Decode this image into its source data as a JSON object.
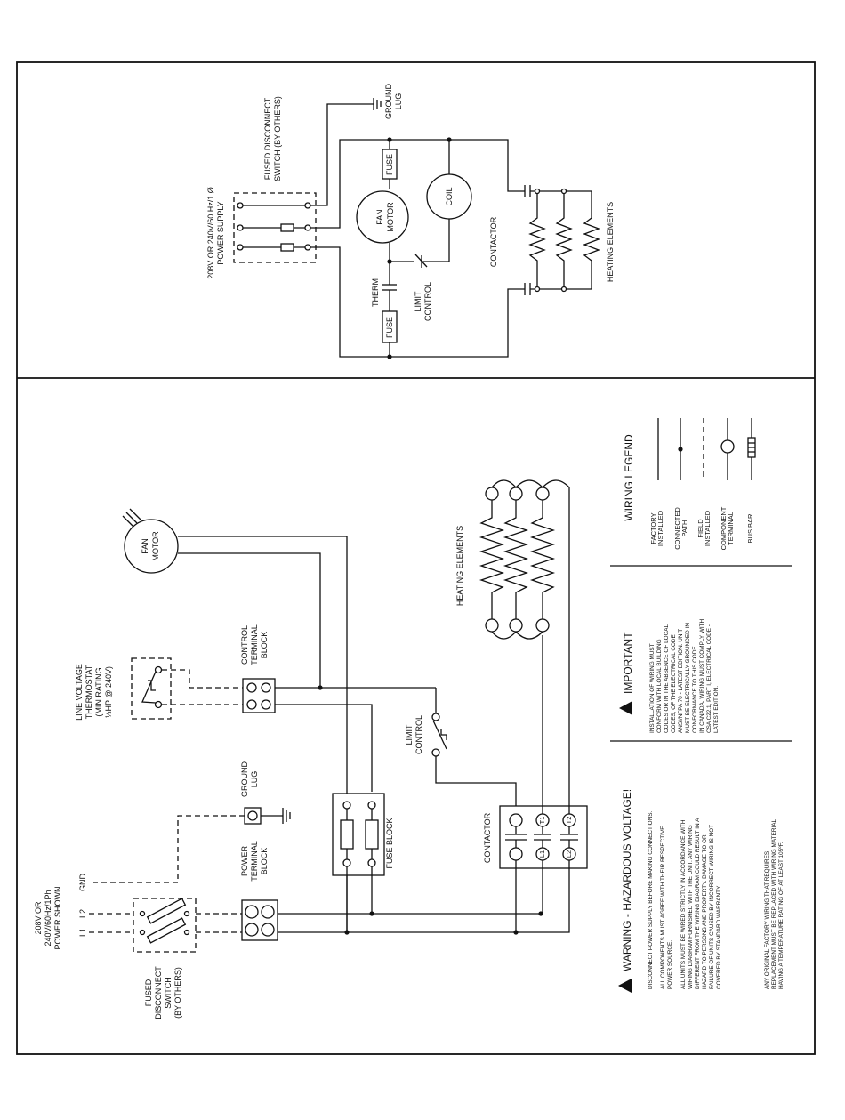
{
  "upper": {
    "power_supply": [
      "208V OR 240V/60 Hz/1  Ø",
      "POWER SUPPLY"
    ],
    "fused_switch": [
      "FUSED DISCONNECT",
      "SWITCH (BY OTHERS)"
    ],
    "ground": [
      "GROUND",
      "LUG"
    ],
    "fuse_top": "FUSE",
    "fuse_bottom": "FUSE",
    "fan_motor": [
      "FAN",
      "MOTOR"
    ],
    "coil": "COIL",
    "therm": "THERM",
    "limit_control": [
      "LIMIT",
      "CONTROL"
    ],
    "contactor": "CONTACTOR",
    "heating_elements": "HEATING ELEMENTS"
  },
  "lower": {
    "fan_motor": [
      "FAN",
      "MOTOR"
    ],
    "thermostat": [
      "LINE VOLTAGE",
      "THERMOSTAT",
      "(MIN RATING",
      "⅓HP @ 240V)"
    ],
    "control_block": [
      "CONTROL",
      "TERMINAL",
      "BLOCK"
    ],
    "ground_lug": [
      "GROUND",
      "LUG"
    ],
    "power_block": [
      "POWER",
      "TERMINAL",
      "BLOCK"
    ],
    "fuse_block": "FUSE BLOCK",
    "limit_control": [
      "LIMIT",
      "CONTROL"
    ],
    "contactor": "CONTACTOR",
    "heating_elements": "HEATING ELEMENTS",
    "power_shown": [
      "208V OR",
      "240V/60Hz/1Ph",
      "POWER SHOWN"
    ],
    "line_labels": [
      "L1",
      "L2",
      "GND"
    ],
    "fused_switch": [
      "FUSED",
      "DISCONNECT",
      "SWITCH",
      "(BY OTHERS)"
    ],
    "contactor_terminals": [
      "T1",
      "T2",
      "L1",
      "L2"
    ]
  },
  "warning": {
    "title": "WARNING - HAZARDOUS VOLTAGE!",
    "p1": [
      "DISCONNECT POWER SUPPLY BEFORE MAKING CONNECTIONS."
    ],
    "p2": [
      "ALL COMPONENTS MUST AGREE WITH THEIR RESPECTIVE",
      "POWER SOURCE."
    ],
    "p3": [
      "ALL UNITS MUST BE WIRED STRICTLY IN ACCORDANCE WITH",
      "WIRING DIAGRAM FURNISHED WITH THE UNIT. ANY WIRING",
      "DIFFERENT FROM THE WIRING DIAGRAM COULD RESULT IN A",
      "HAZARD TO PERSONS AND PROPERTY.  DAMAGE TO OR",
      "FAILURE OF UNITS CAUSED BY INCORRECT WIRING IS NOT",
      "COVERED BY STANDARD WARRANTY."
    ],
    "p4": [
      "ANY ORIGINAL FACTORY WIRING THAT REQUIRES",
      "REPLACEMENT MUST BE REPLACED WITH WIRING MATERIAL",
      "HAVING A TEMPERATURE RATING OF AT LEAST 105ºF."
    ]
  },
  "important": {
    "title": "IMPORTANT",
    "lines": [
      "INSTALLATION OF WIRING MUST",
      "CONFORM WITH LOCAL BUILDING",
      "CODES OR IN THE ABSENCE OF LOCAL",
      "CODES, OF THE ELECTRICAL CODE",
      "ANSI/NFPA 70 - LATEST EDITION. UNIT",
      "MUST BE ELECTRICALLY GROUNDED IN",
      "CONFORMANCE TO THIS CODE.",
      "IN CANADA, WIRING MUST COMPLY WITH",
      "CSA C22.1, PART I, ELECTRICAL CODE -",
      "LATEST EDITION."
    ]
  },
  "legend": {
    "title": "WIRING LEGEND",
    "factory": [
      "FACTORY",
      "INSTALLED"
    ],
    "connected": [
      "CONNECTED",
      "PATH"
    ],
    "field": [
      "FIELD",
      "INSTALLED"
    ],
    "component": [
      "COMPONENT",
      "TERMINAL"
    ],
    "busbar": "BUS BAR"
  }
}
